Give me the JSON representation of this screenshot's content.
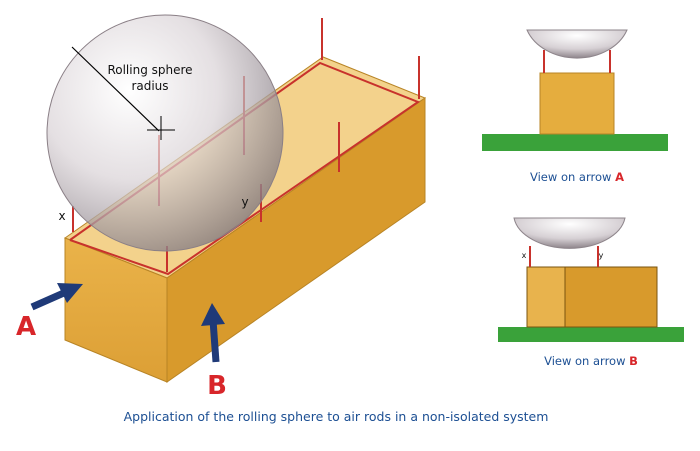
{
  "caption": "Application of the rolling sphere to air rods in a non-isolated system",
  "main_view": {
    "sphere_label_line1": "Rolling sphere",
    "sphere_label_line2": "radius",
    "point_x": "x",
    "point_y": "y",
    "arrow_a": "A",
    "arrow_b": "B"
  },
  "view_a": {
    "label_prefix": "View on arrow ",
    "label_letter": "A"
  },
  "view_b": {
    "label_prefix": "View on arrow ",
    "label_letter": "B",
    "point_x": "x",
    "point_y": "y"
  },
  "colors": {
    "block_top": "#f3d28c",
    "block_front": "#e5ad3e",
    "block_side": "#d89a2c",
    "rod": "#c8322c",
    "ground": "#3aa23a",
    "arrow": "#1f3a78",
    "letter": "#d8262a",
    "text_blue": "#1c4f93"
  }
}
